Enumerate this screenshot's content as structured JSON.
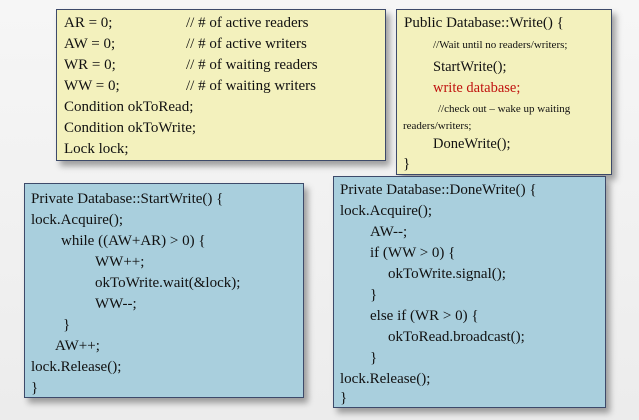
{
  "globals_box": {
    "rows": [
      {
        "code": "AR = 0;",
        "comment": "// # of active readers"
      },
      {
        "code": "AW = 0;",
        "comment": "// # of active writers"
      },
      {
        "code": "WR = 0;",
        "comment": "// # of waiting readers"
      },
      {
        "code": "WW = 0;",
        "comment": "// # of waiting writers"
      }
    ],
    "decls": [
      "Condition okToRead;",
      "Condition okToWrite;",
      "Lock lock;"
    ]
  },
  "write_box": {
    "lines": [
      "Public Database::Write() {",
      "//Wait until no readers/writers;",
      "StartWrite();",
      "write database;",
      "//check out – wake up waiting",
      "readers/writers;",
      "DoneWrite();",
      "}"
    ],
    "highlight_color": "#c0130f"
  },
  "startwrite_box": {
    "lines": [
      "Private Database::StartWrite() {",
      "lock.Acquire();",
      "while ((AW+AR) > 0) {",
      "WW++;",
      "okToWrite.wait(&lock);",
      "WW--;",
      "}",
      "AW++;",
      "lock.Release();",
      "}"
    ]
  },
  "donewrite_box": {
    "lines": [
      "Private Database::DoneWrite() {",
      "lock.Acquire();",
      "AW--;",
      "if (WW > 0) {",
      "okToWrite.signal();",
      "}",
      "else if (WR > 0) {",
      "okToRead.broadcast();",
      "}",
      "lock.Release();",
      "}"
    ]
  }
}
